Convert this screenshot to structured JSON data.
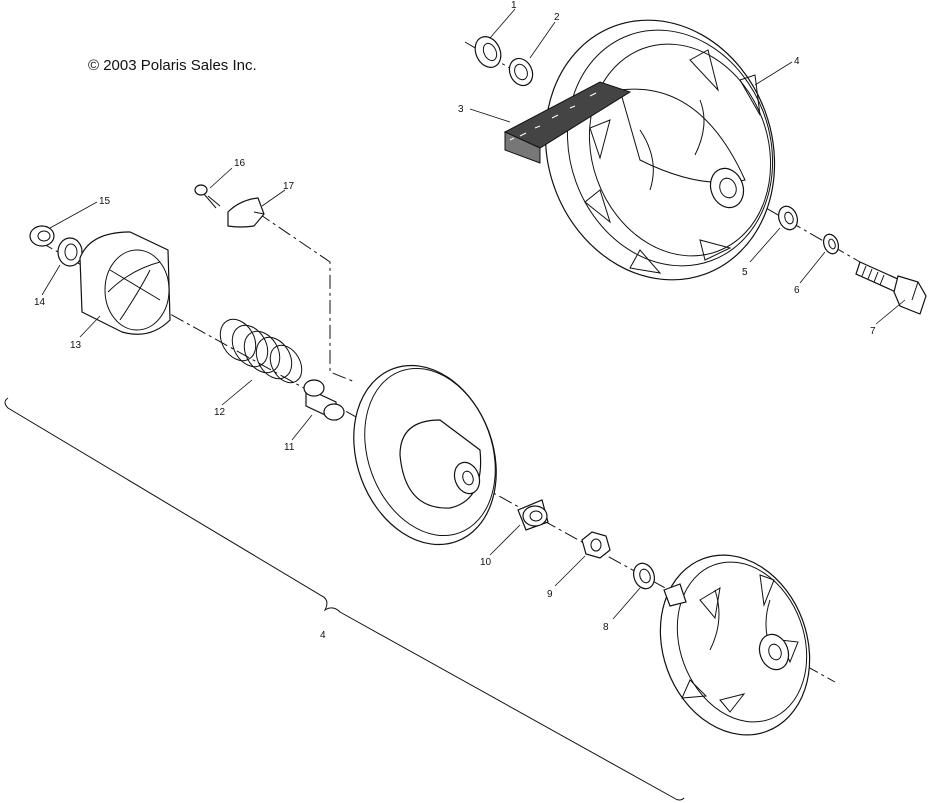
{
  "copyright": "© 2003 Polaris Sales Inc.",
  "callouts": {
    "c1": "1",
    "c2": "2",
    "c3": "3",
    "c4_top": "4",
    "c5": "5",
    "c6": "6",
    "c7": "7",
    "c8": "8",
    "c9": "9",
    "c10": "10",
    "c11": "11",
    "c12": "12",
    "c13": "13",
    "c14": "14",
    "c15": "15",
    "c16": "16",
    "c17": "17",
    "c4_bracket": "4"
  }
}
